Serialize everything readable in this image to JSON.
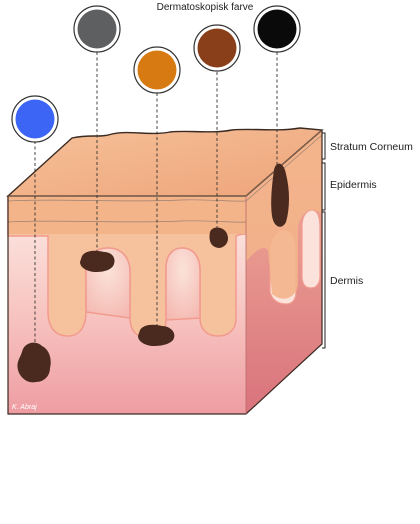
{
  "title": "Dermatoskopisk farve",
  "layers": [
    {
      "id": "stratum-corneum",
      "label": "Stratum Corneum"
    },
    {
      "id": "epidermis",
      "label": "Epidermis"
    },
    {
      "id": "dermis",
      "label": "Dermis"
    }
  ],
  "pigment_circles": [
    {
      "id": "blue",
      "color": "#3c64f5"
    },
    {
      "id": "gray",
      "color": "#5e5f61"
    },
    {
      "id": "orange",
      "color": "#d87a12"
    },
    {
      "id": "brown",
      "color": "#8a3f1b"
    },
    {
      "id": "black",
      "color": "#0a0a0a"
    }
  ],
  "colors": {
    "epidermis_top": "#f3b58a",
    "epidermis_front": "#f6c6a0",
    "dermis_front_top": "#fde8e4",
    "dermis_front_bottom": "#f0a0a4",
    "side_face": "#d97a82",
    "rete_ridge": "#f5b888",
    "melanin": "#4a2a1e"
  },
  "signature": "K. Abraj"
}
